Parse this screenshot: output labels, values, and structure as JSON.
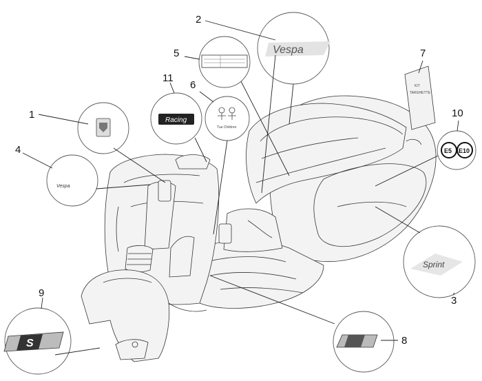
{
  "callouts": [
    {
      "id": "1",
      "label": "1"
    },
    {
      "id": "2",
      "label": "2"
    },
    {
      "id": "3",
      "label": "3"
    },
    {
      "id": "4",
      "label": "4"
    },
    {
      "id": "5",
      "label": "5"
    },
    {
      "id": "6",
      "label": "6"
    },
    {
      "id": "7",
      "label": "7"
    },
    {
      "id": "8",
      "label": "8"
    },
    {
      "id": "9",
      "label": "9"
    },
    {
      "id": "10",
      "label": "10"
    },
    {
      "id": "11",
      "label": "11"
    }
  ],
  "decals": {
    "kit_line1": "KIT",
    "kit_line2": "TARGHETTE",
    "euro5": "E5",
    "e10": "E10",
    "racing": "Racing",
    "child_text": "Tua Children",
    "sprint": "Sprint",
    "vespa": "Vespa",
    "badge_s": "S"
  }
}
